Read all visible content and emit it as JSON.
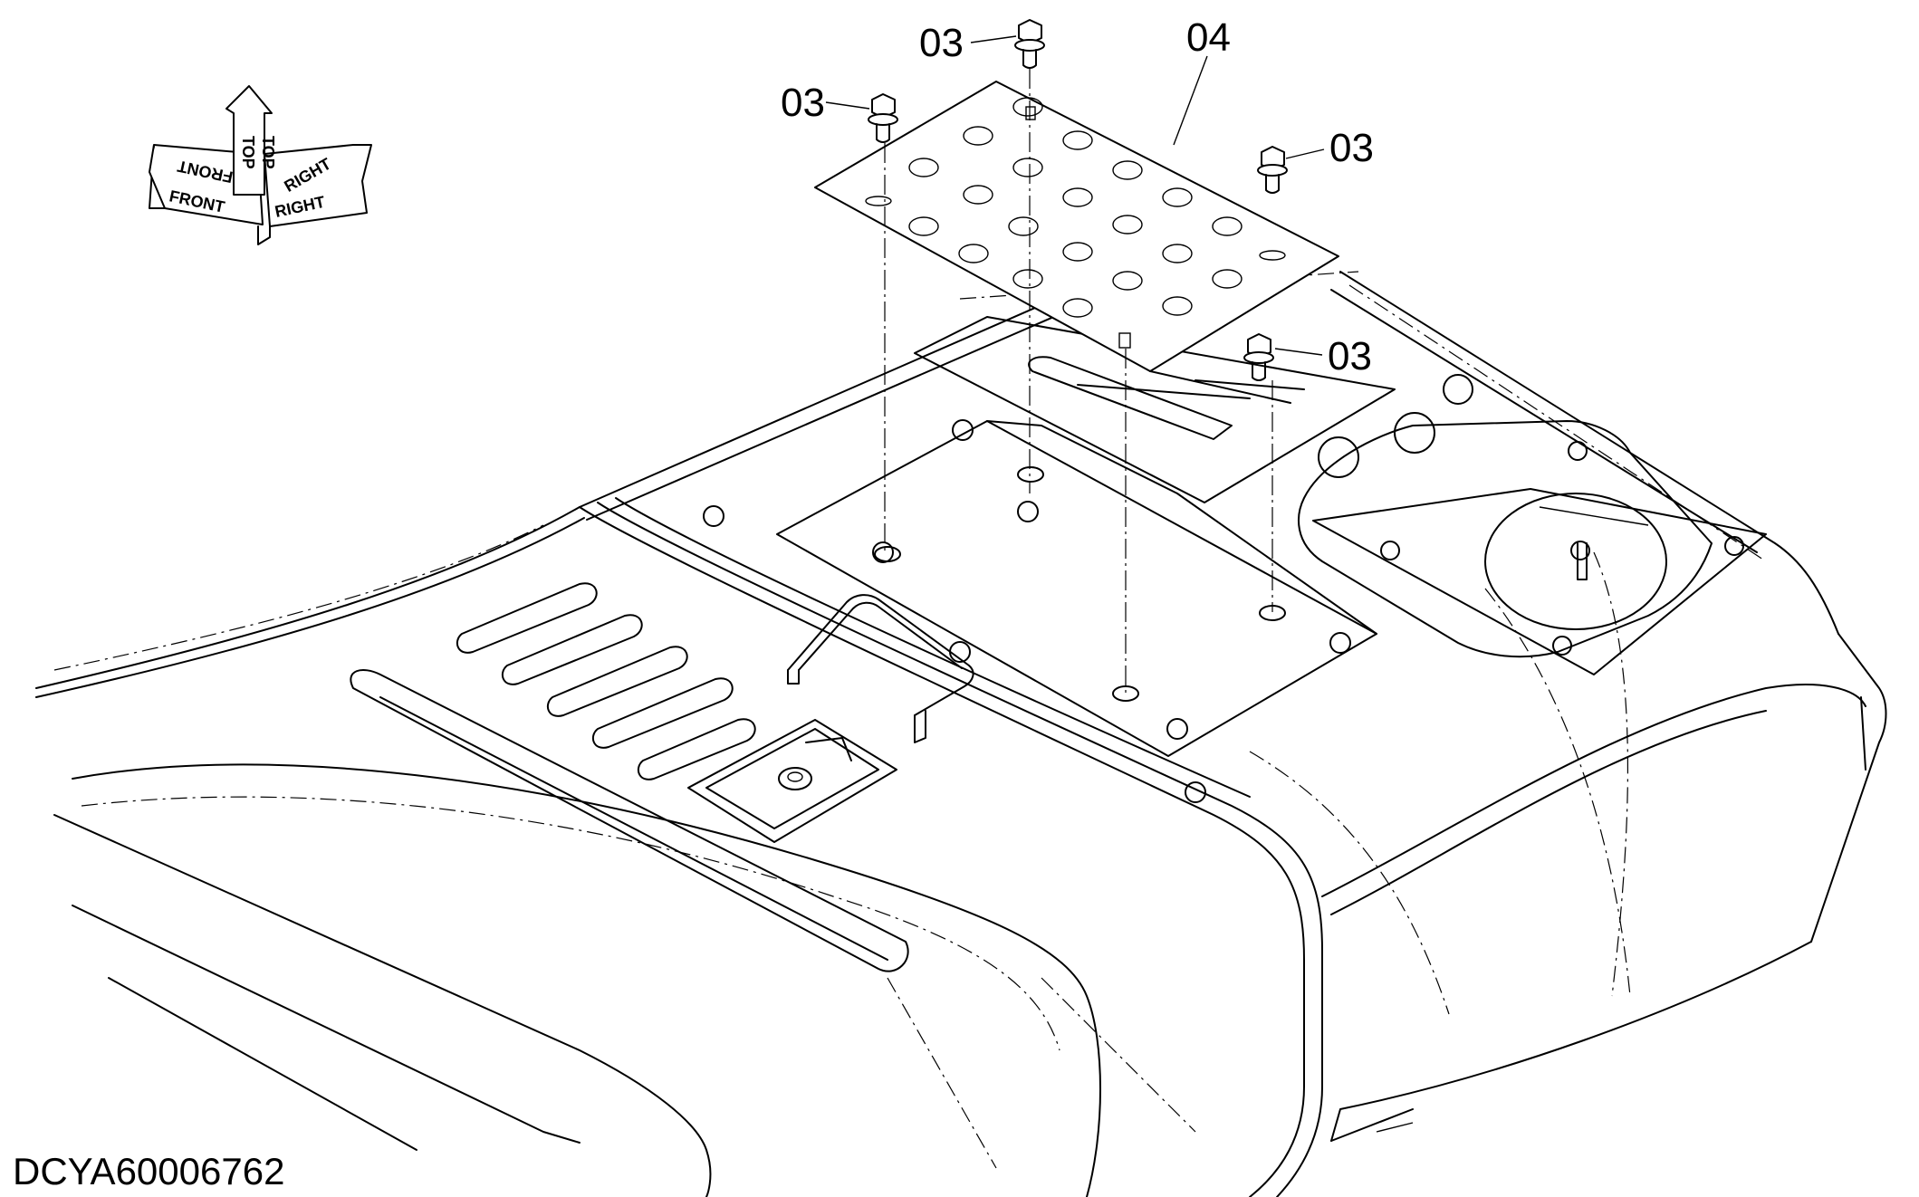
{
  "orientation": {
    "front": "FRONT",
    "top": "TOP",
    "right": "RIGHT"
  },
  "callouts": {
    "bolt_top": "03",
    "bolt_left": "03",
    "bolt_right_upper": "03",
    "bolt_right_lower": "03",
    "plate": "04"
  },
  "drawing_code": "DCYA60006762"
}
